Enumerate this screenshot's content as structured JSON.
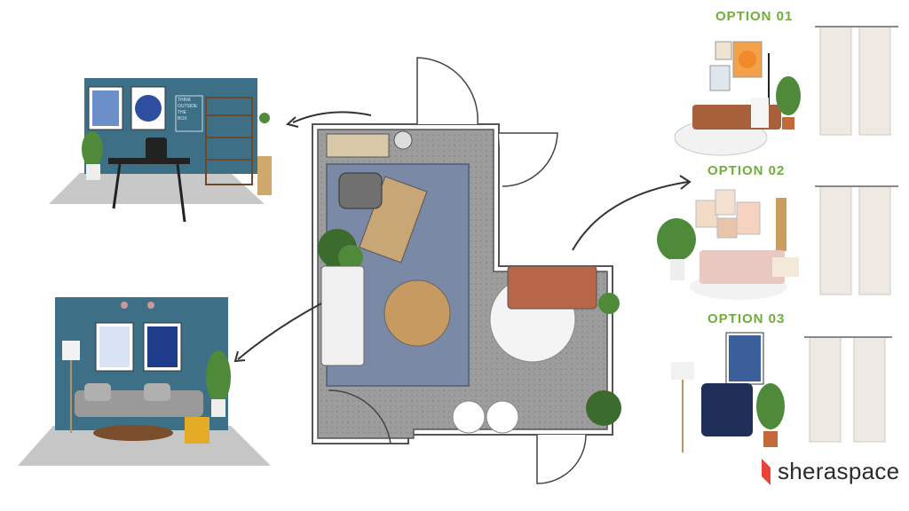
{
  "options": [
    {
      "label": "OPTION 01"
    },
    {
      "label": "OPTION 02"
    },
    {
      "label": "OPTION 03"
    }
  ],
  "brand": {
    "name": "sheraspace",
    "color": "#e8443a"
  },
  "office_poster": {
    "lines": [
      "THINK",
      "OUTSIDE",
      "THE",
      "BOX"
    ]
  },
  "colors": {
    "accent_green": "#6fae3a",
    "wall_blue": "#3d6f86",
    "floor_grey": "#9a9a9a",
    "rug_blue": "#7a8aa6"
  }
}
